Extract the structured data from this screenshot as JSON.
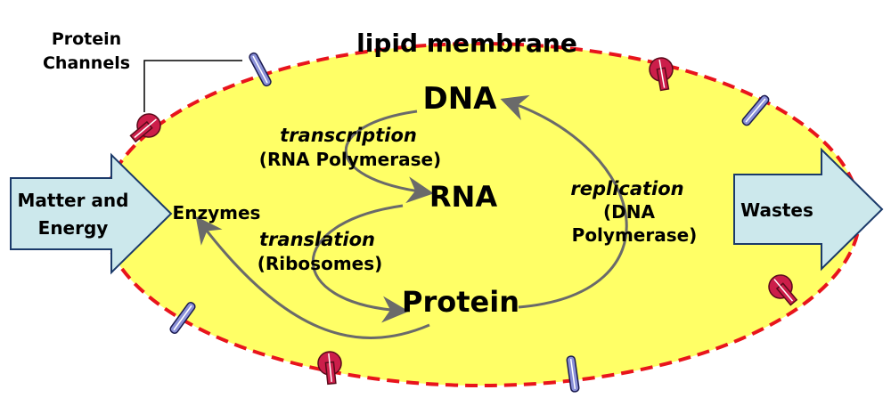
{
  "labels": {
    "lipid_membrane": "lipid membrane",
    "protein_channels_line1": "Protein",
    "protein_channels_line2": "Channels",
    "dna": "DNA",
    "rna": "RNA",
    "protein": "Protein",
    "enzymes": "Enzymes",
    "transcription": "transcription",
    "rna_polymerase": "(RNA Polymerase)",
    "translation": "translation",
    "ribosomes": "(Ribosomes)",
    "replication": "replication",
    "dna_polymerase_line1": "(DNA",
    "dna_polymerase_line2": "Polymerase)",
    "input_line1": "Matter and",
    "input_line2": "Energy",
    "output": "Wastes"
  },
  "colors": {
    "cell_fill": "#ffff66",
    "membrane": "#e8141c",
    "io_arrow_fill": "#cce8ec",
    "cycle_arrow": "#6a6a6a",
    "pump_fill": "#cc1e4a",
    "pipe_fill": "#8a90d8"
  },
  "icons": {
    "pump": "protein-pump-icon",
    "pipe": "protein-channel-icon"
  }
}
